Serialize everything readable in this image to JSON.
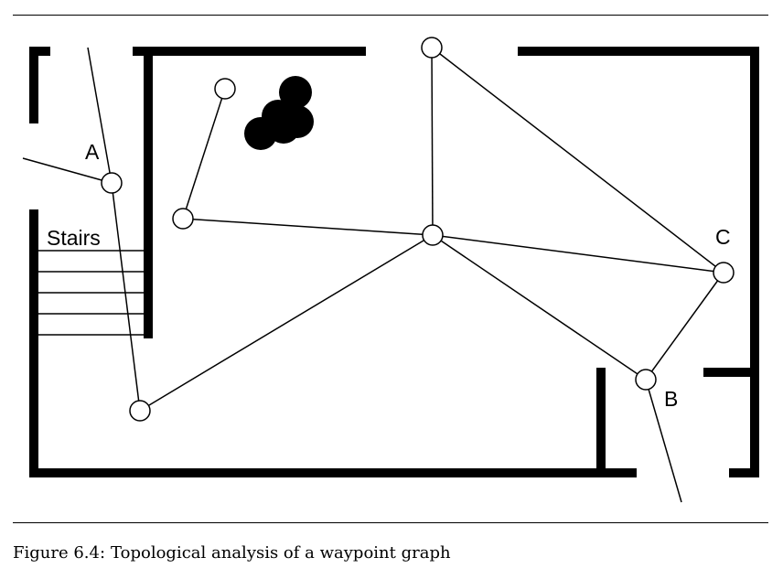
{
  "figure": {
    "caption_number": "Figure 6.4:",
    "caption_text": "Topological analysis of a waypoint graph"
  },
  "labels": {
    "stairs": "Stairs",
    "node_a": "A",
    "node_b": "B",
    "node_c": "C"
  },
  "colors": {
    "ink": "#000000",
    "paper": "#ffffff"
  }
}
